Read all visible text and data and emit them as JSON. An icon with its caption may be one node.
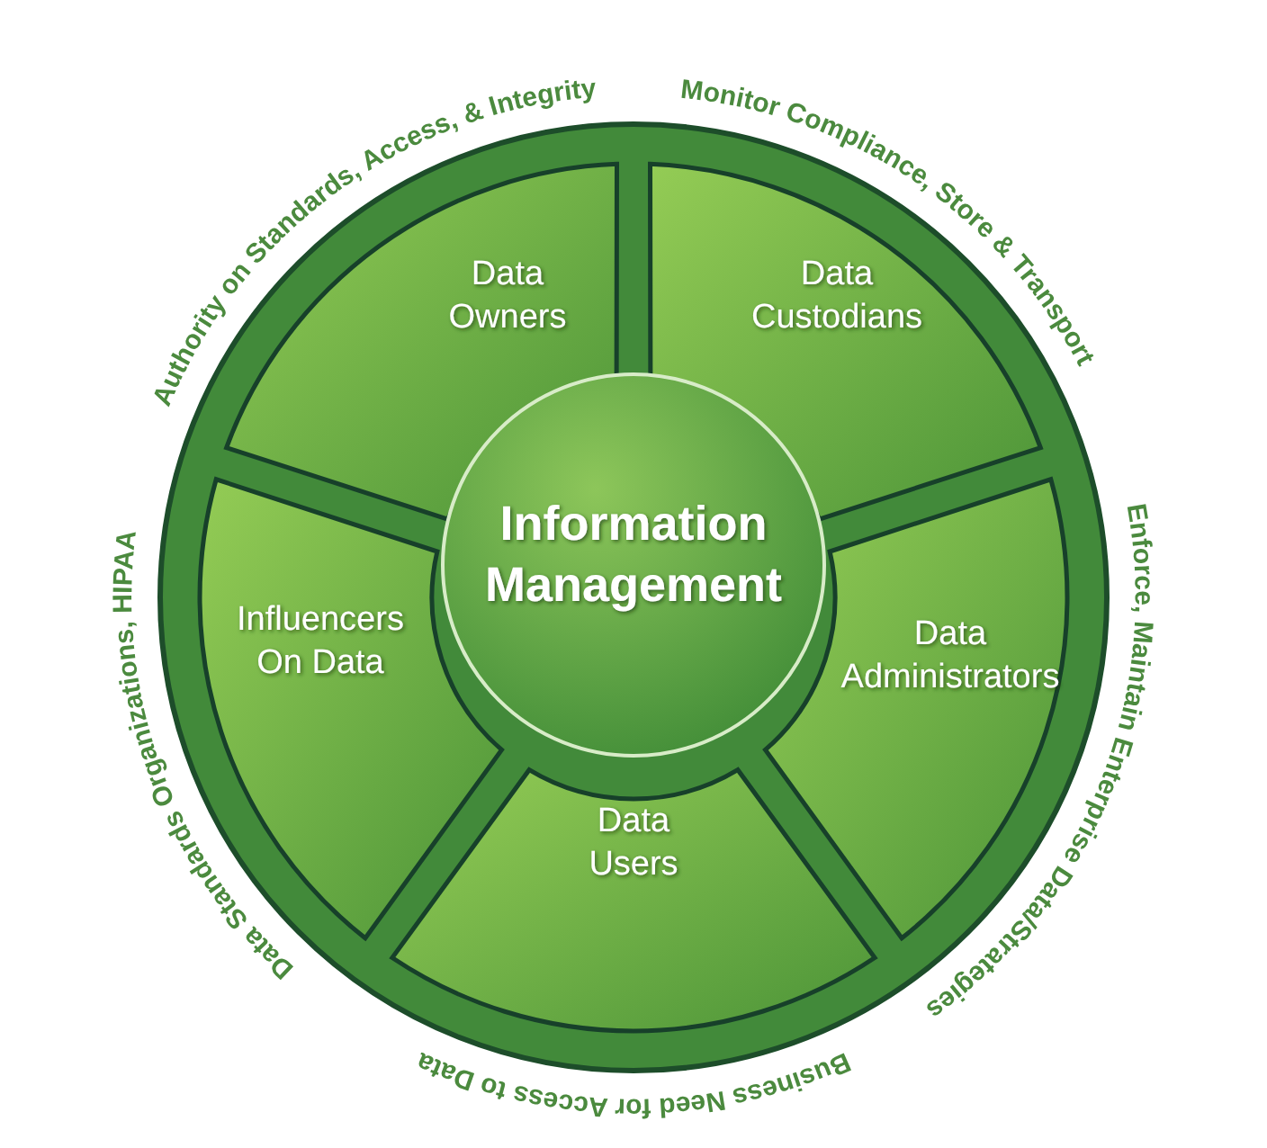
{
  "diagram": {
    "nodes": [
      {
        "text": [
          "Data Owners"
        ]
      },
      {
        "text": [
          "Data Custodians"
        ]
      },
      {
        "text": [
          "Information Management"
        ]
      },
      {
        "text": [
          "Influencers On Data"
        ]
      },
      {
        "text": [
          "Data Administrators"
        ]
      },
      {
        "text": [
          "Data Users"
        ]
      }
    ],
    "edges": [],
    "labels": [
      "Authority on Standards, Access, & Integrity",
      "Monitor Compliance, Store & Transport",
      "Enforce, Maintain Enterprise Data/Strategies",
      "Data Standards Organizations, HIPAA",
      "Business Need for Access to Data"
    ]
  }
}
